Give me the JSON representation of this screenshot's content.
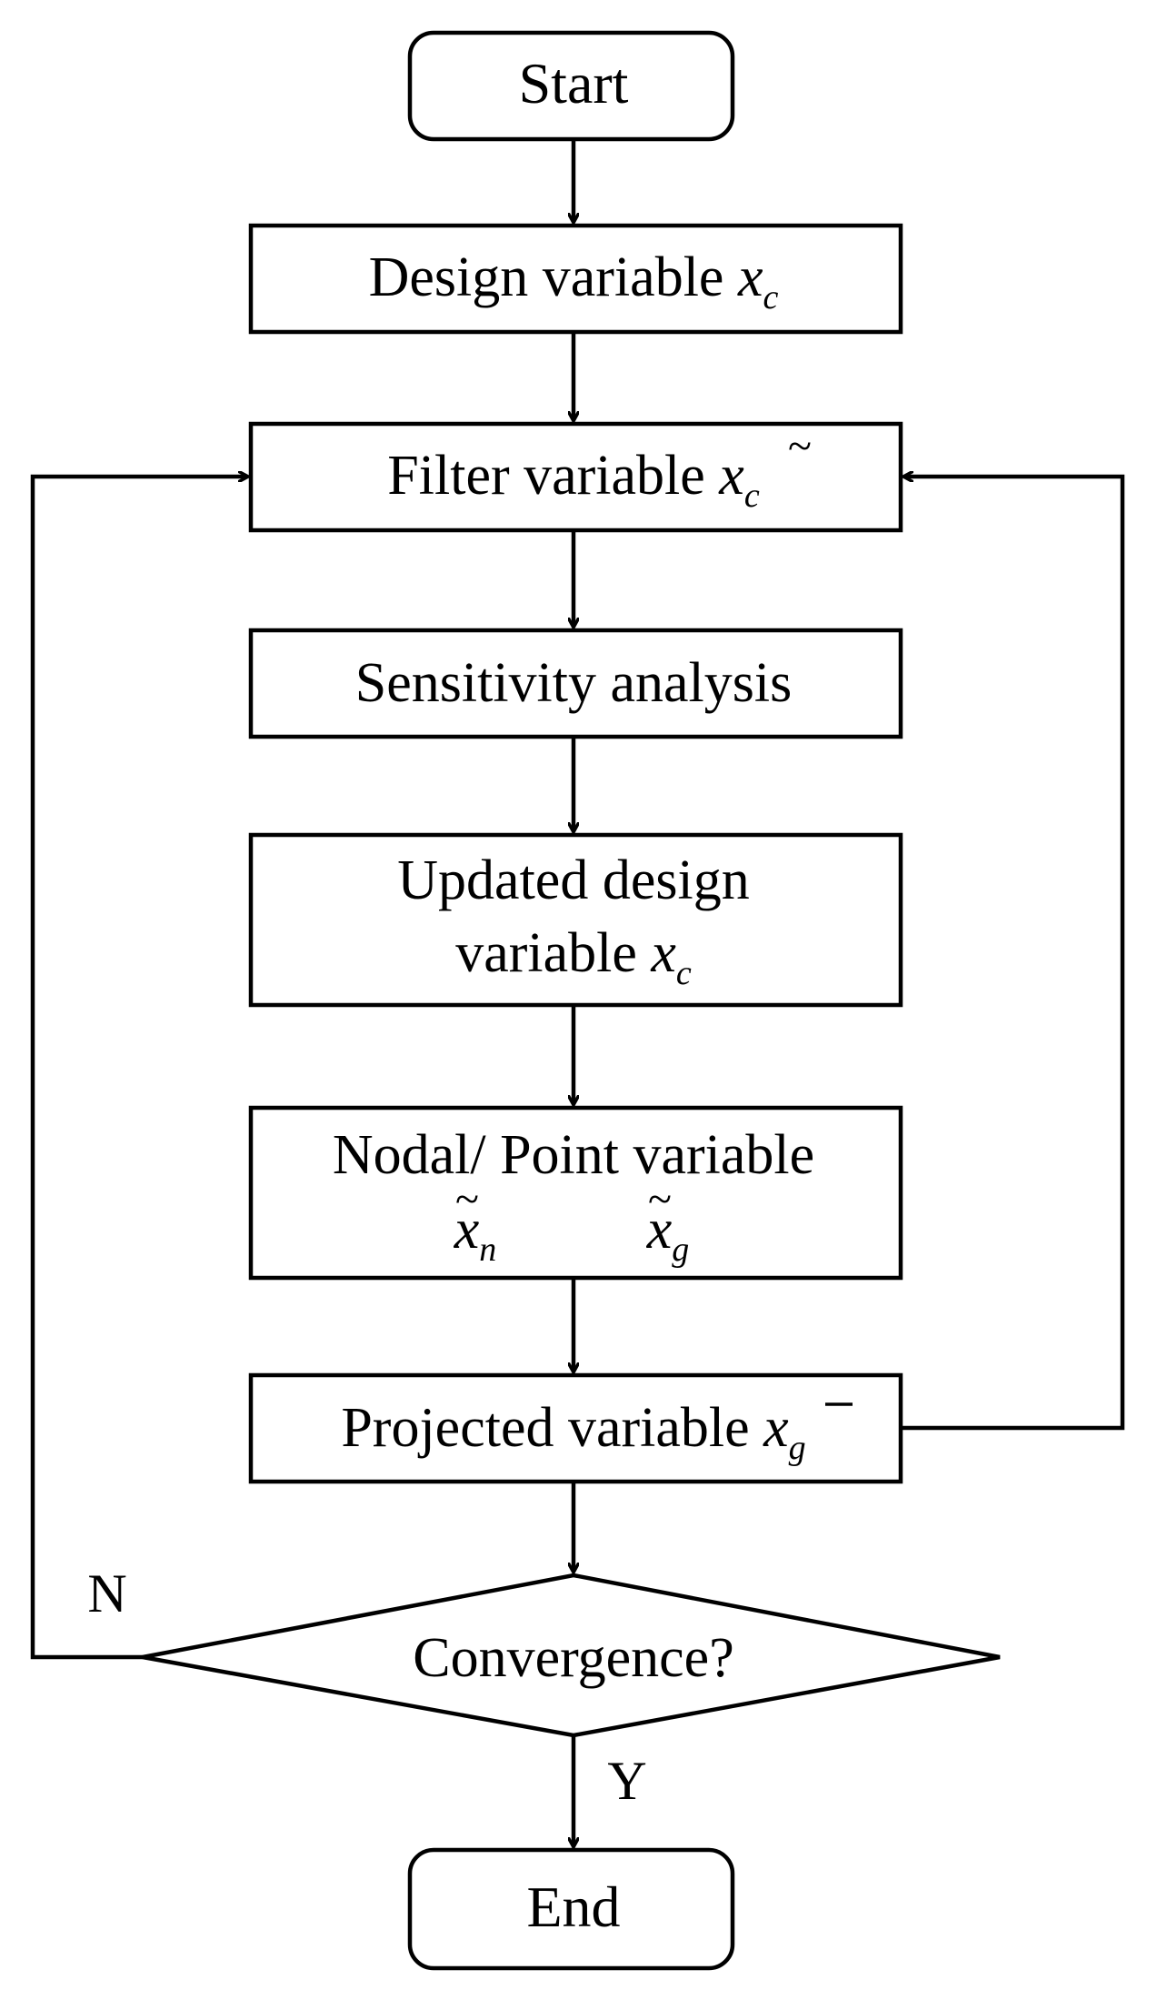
{
  "diagram": {
    "nodes": {
      "start": {
        "label": "Start"
      },
      "design": {
        "text": "Design variable ",
        "var": "x",
        "sub": "c"
      },
      "filter": {
        "text": "Filter variable ",
        "var": "x",
        "sub": "c",
        "accent": "~"
      },
      "sensitivity": {
        "label": "Sensitivity analysis"
      },
      "updated": {
        "line1": "Updated design",
        "line2": "variable ",
        "var": "x",
        "sub": "c"
      },
      "nodal": {
        "line1": "Nodal/ Point variable",
        "var_n": "x",
        "sub_n": "n",
        "accent_n": "~",
        "var_g": "x",
        "sub_g": "g",
        "accent_g": "~"
      },
      "projected": {
        "text": "Projected variable ",
        "var": "x",
        "sub": "g"
      },
      "convergence": {
        "label": "Convergence?"
      },
      "end": {
        "label": "End"
      }
    },
    "edge_labels": {
      "no": "N",
      "yes": "Y"
    },
    "colors": {
      "stroke": "#000000",
      "background": "#ffffff"
    }
  }
}
